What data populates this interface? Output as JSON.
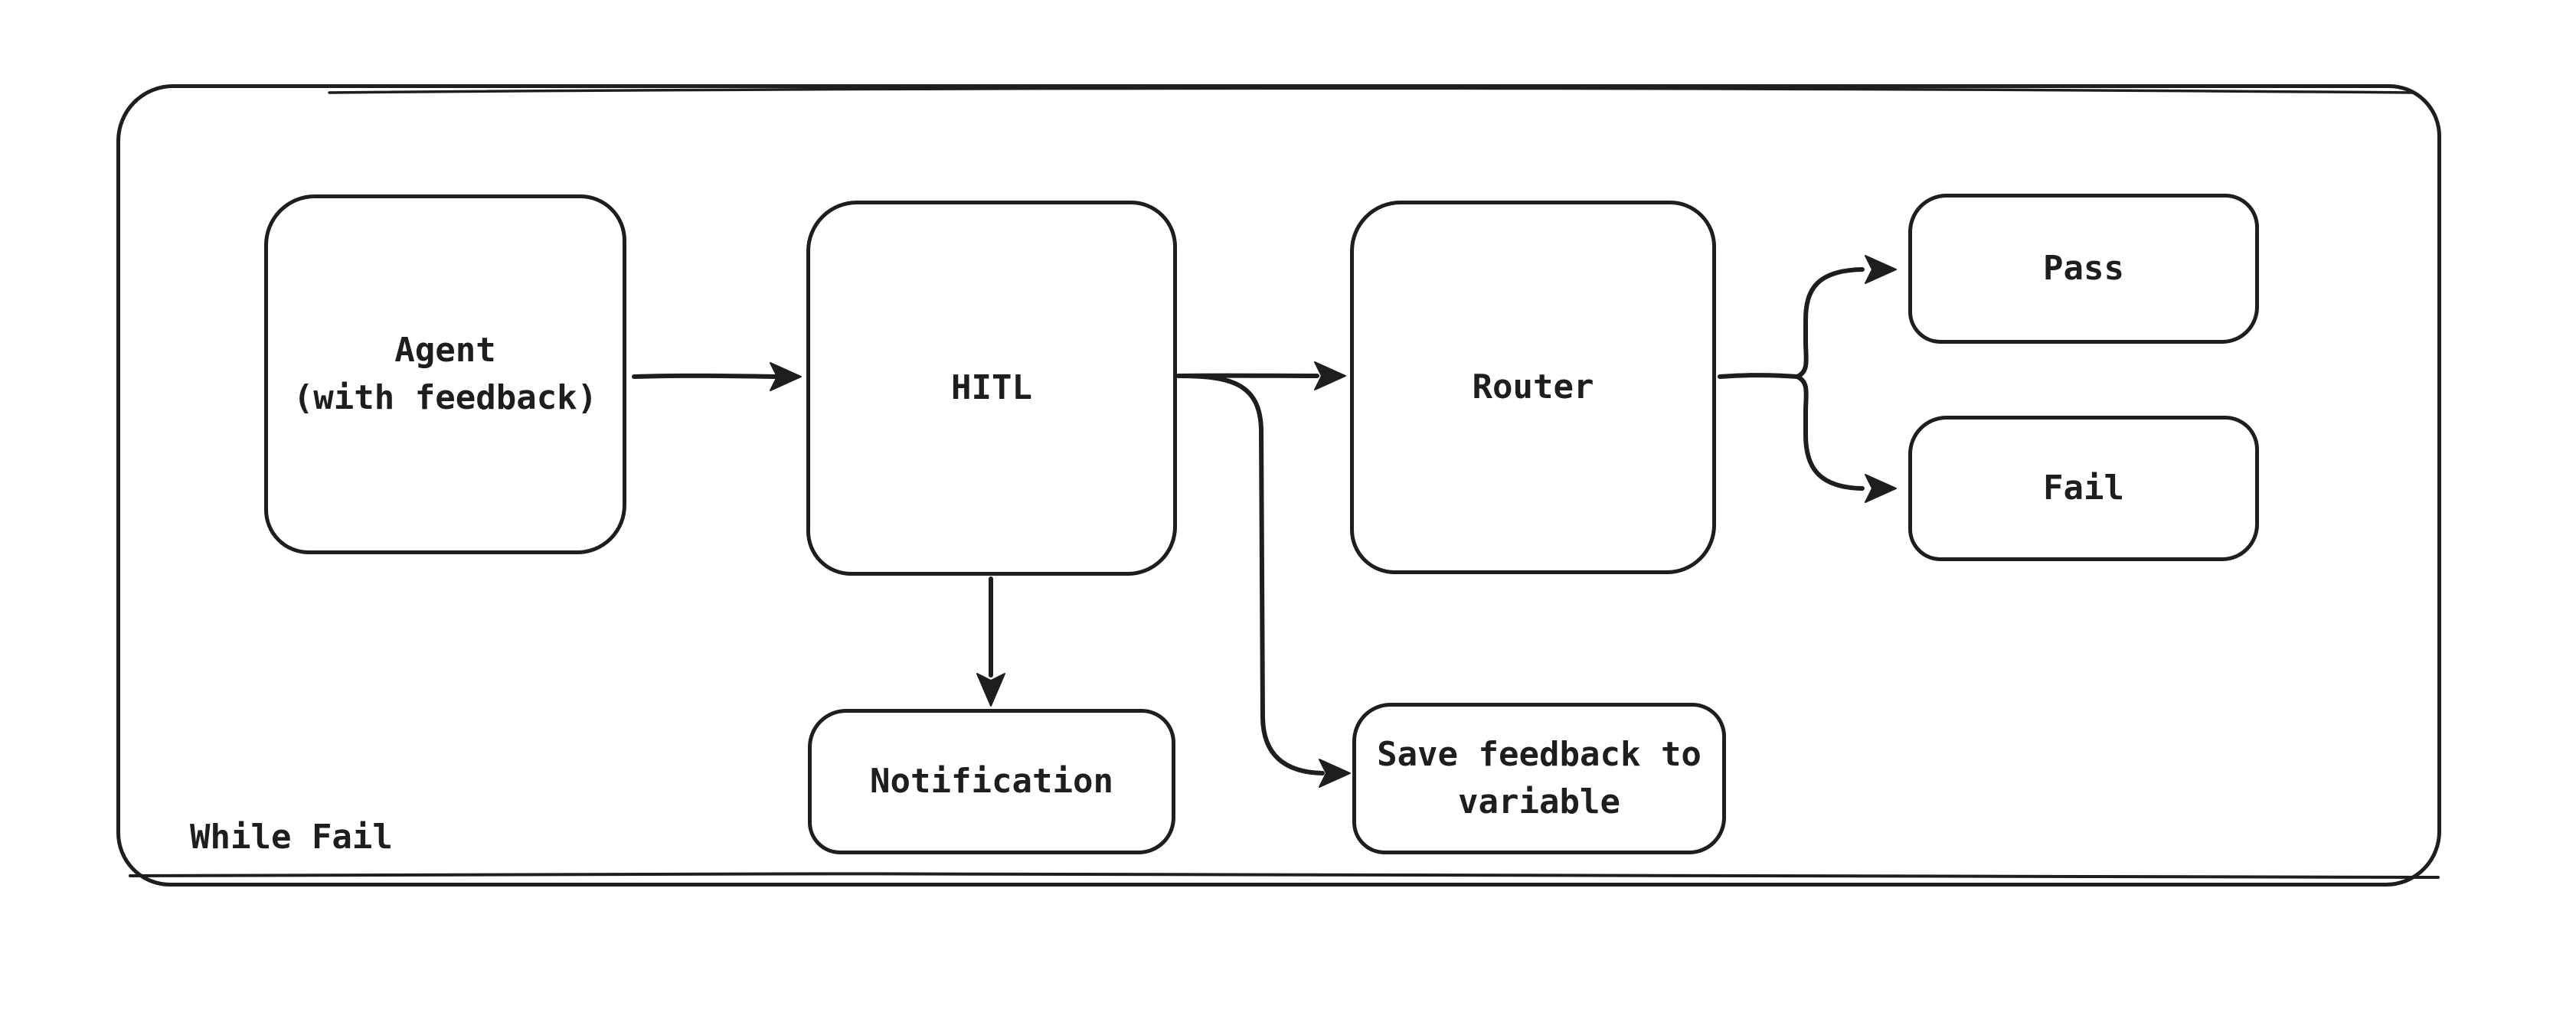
{
  "diagram": {
    "container": {
      "label": "While Fail"
    },
    "nodes": {
      "agent": {
        "line1": "Agent",
        "line2": "(with feedback)"
      },
      "hitl": {
        "label": "HITL"
      },
      "router": {
        "label": "Router"
      },
      "pass": {
        "label": "Pass"
      },
      "fail": {
        "label": "Fail"
      },
      "notification": {
        "label": "Notification"
      },
      "save_feedback": {
        "line1": "Save feedback to",
        "line2": "variable"
      }
    },
    "edges": [
      {
        "from": "agent",
        "to": "hitl"
      },
      {
        "from": "hitl",
        "to": "router"
      },
      {
        "from": "hitl",
        "to": "notification"
      },
      {
        "from": "hitl",
        "to": "save_feedback"
      },
      {
        "from": "router",
        "to": "pass"
      },
      {
        "from": "router",
        "to": "fail"
      }
    ],
    "colors": {
      "stroke": "#1e1e1e",
      "background": "#ffffff"
    }
  }
}
